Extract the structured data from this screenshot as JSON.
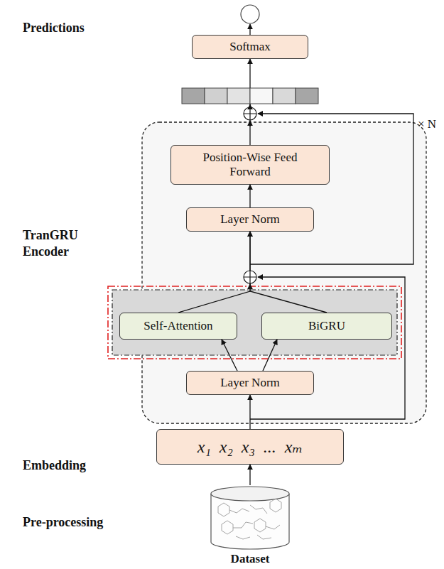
{
  "diagram": {
    "nodes": [
      {
        "text": [
          "Softmax"
        ]
      },
      {
        "text": [
          "Position-Wise Feed Forward"
        ]
      },
      {
        "text": [
          "Layer Norm"
        ]
      },
      {
        "text": [
          "Self-Attention"
        ]
      },
      {
        "text": [
          "BiGRU"
        ]
      },
      {
        "text": [
          "Layer Norm"
        ]
      },
      {
        "text": [
          "x₁ x₂ x₃ ... xₘ"
        ]
      },
      {
        "text": [
          "Dataset"
        ]
      }
    ],
    "edges": [
      {
        "from": 7,
        "to": 6,
        "arrow": "to"
      },
      {
        "from": 6,
        "to": 5,
        "arrow": "to"
      },
      {
        "from": 5,
        "to": 3,
        "arrow": "to"
      },
      {
        "from": 5,
        "to": 4,
        "arrow": "to"
      },
      {
        "from": 3,
        "to": 2,
        "arrow": "to"
      },
      {
        "from": 4,
        "to": 2,
        "arrow": "to"
      },
      {
        "from": 2,
        "to": 1,
        "arrow": "to"
      },
      {
        "from": 1,
        "to": 0,
        "arrow": "to"
      }
    ],
    "labels": [
      "Predictions",
      "TranGRU Encoder",
      "Embedding",
      "Pre-processing",
      "× N"
    ]
  }
}
